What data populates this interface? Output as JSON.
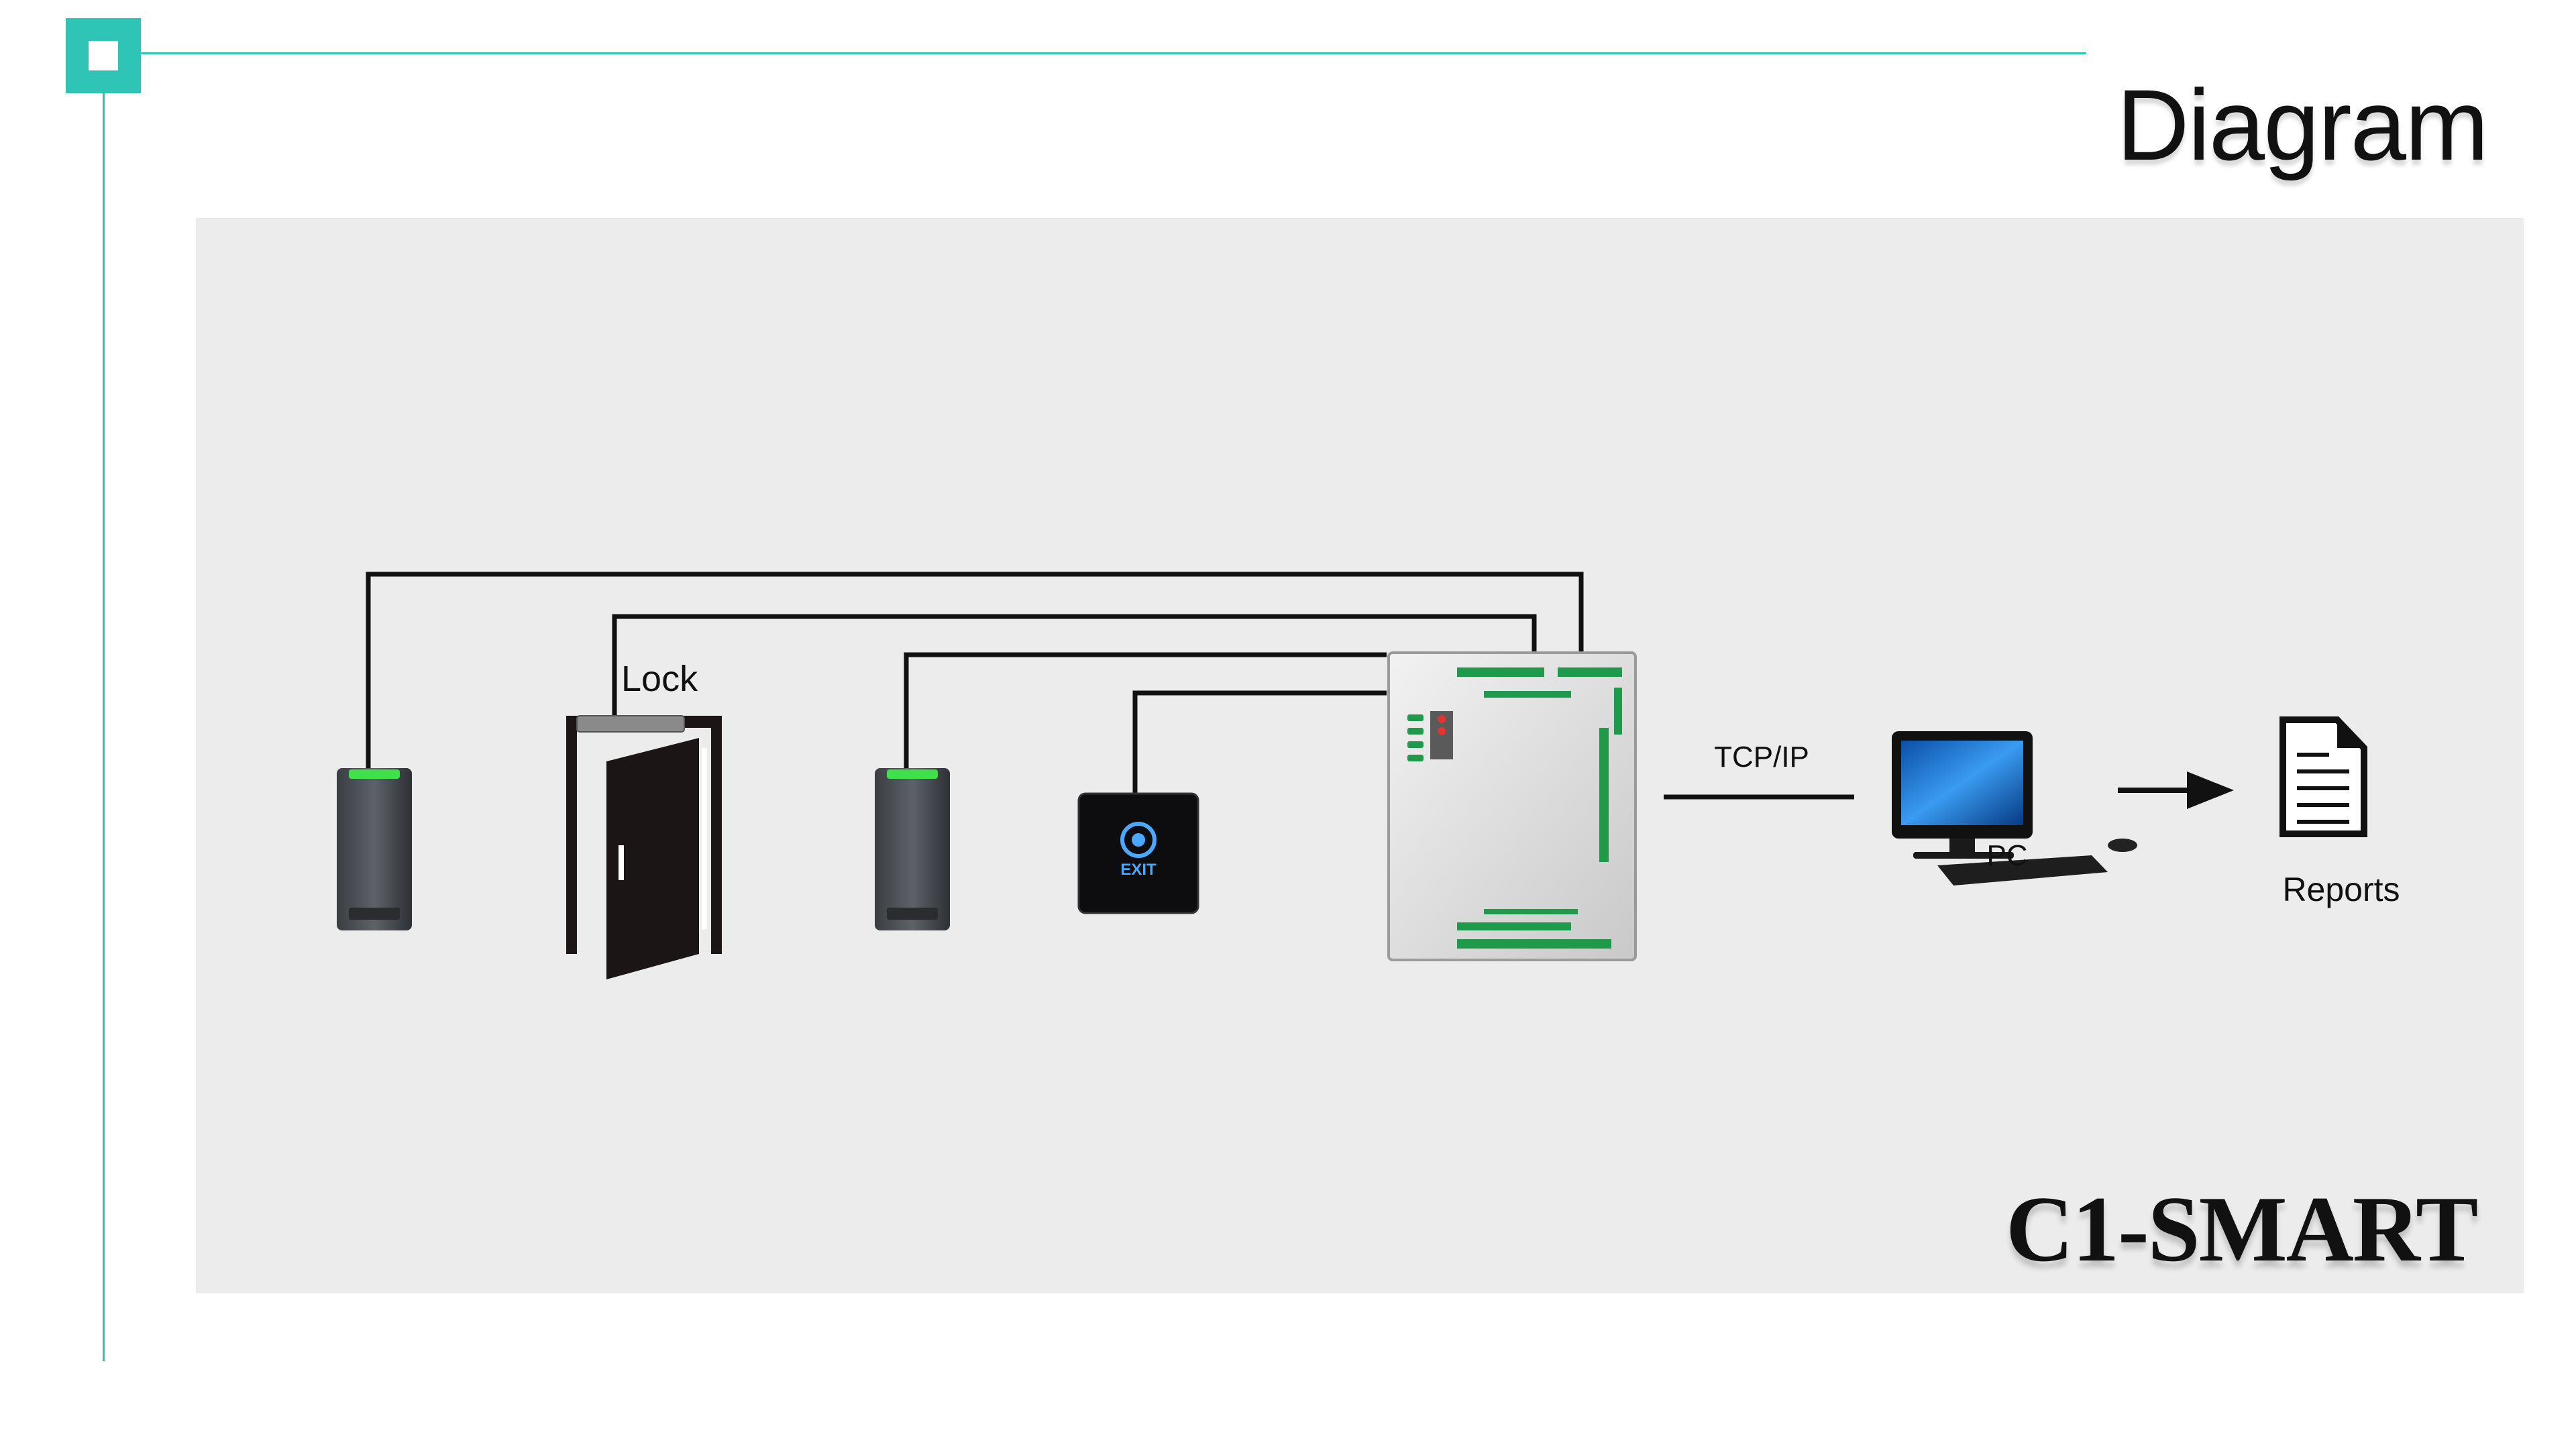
{
  "slide": {
    "title": "Diagram",
    "brand": "C1-SMART"
  },
  "diagram": {
    "labels": {
      "lock": "Lock",
      "network": "TCP/IP",
      "pc": "PC",
      "reports": "Reports",
      "exit_button": "EXIT"
    },
    "components": [
      "card-reader",
      "door-lock",
      "card-reader",
      "exit-button",
      "access-controller",
      "pc",
      "reports-document"
    ],
    "colors": {
      "accent": "#2ec4b6",
      "panel": "#ececec",
      "wire": "#111111",
      "reader_led": "#3fe04a",
      "exit_glow": "#4aa8ff"
    }
  }
}
